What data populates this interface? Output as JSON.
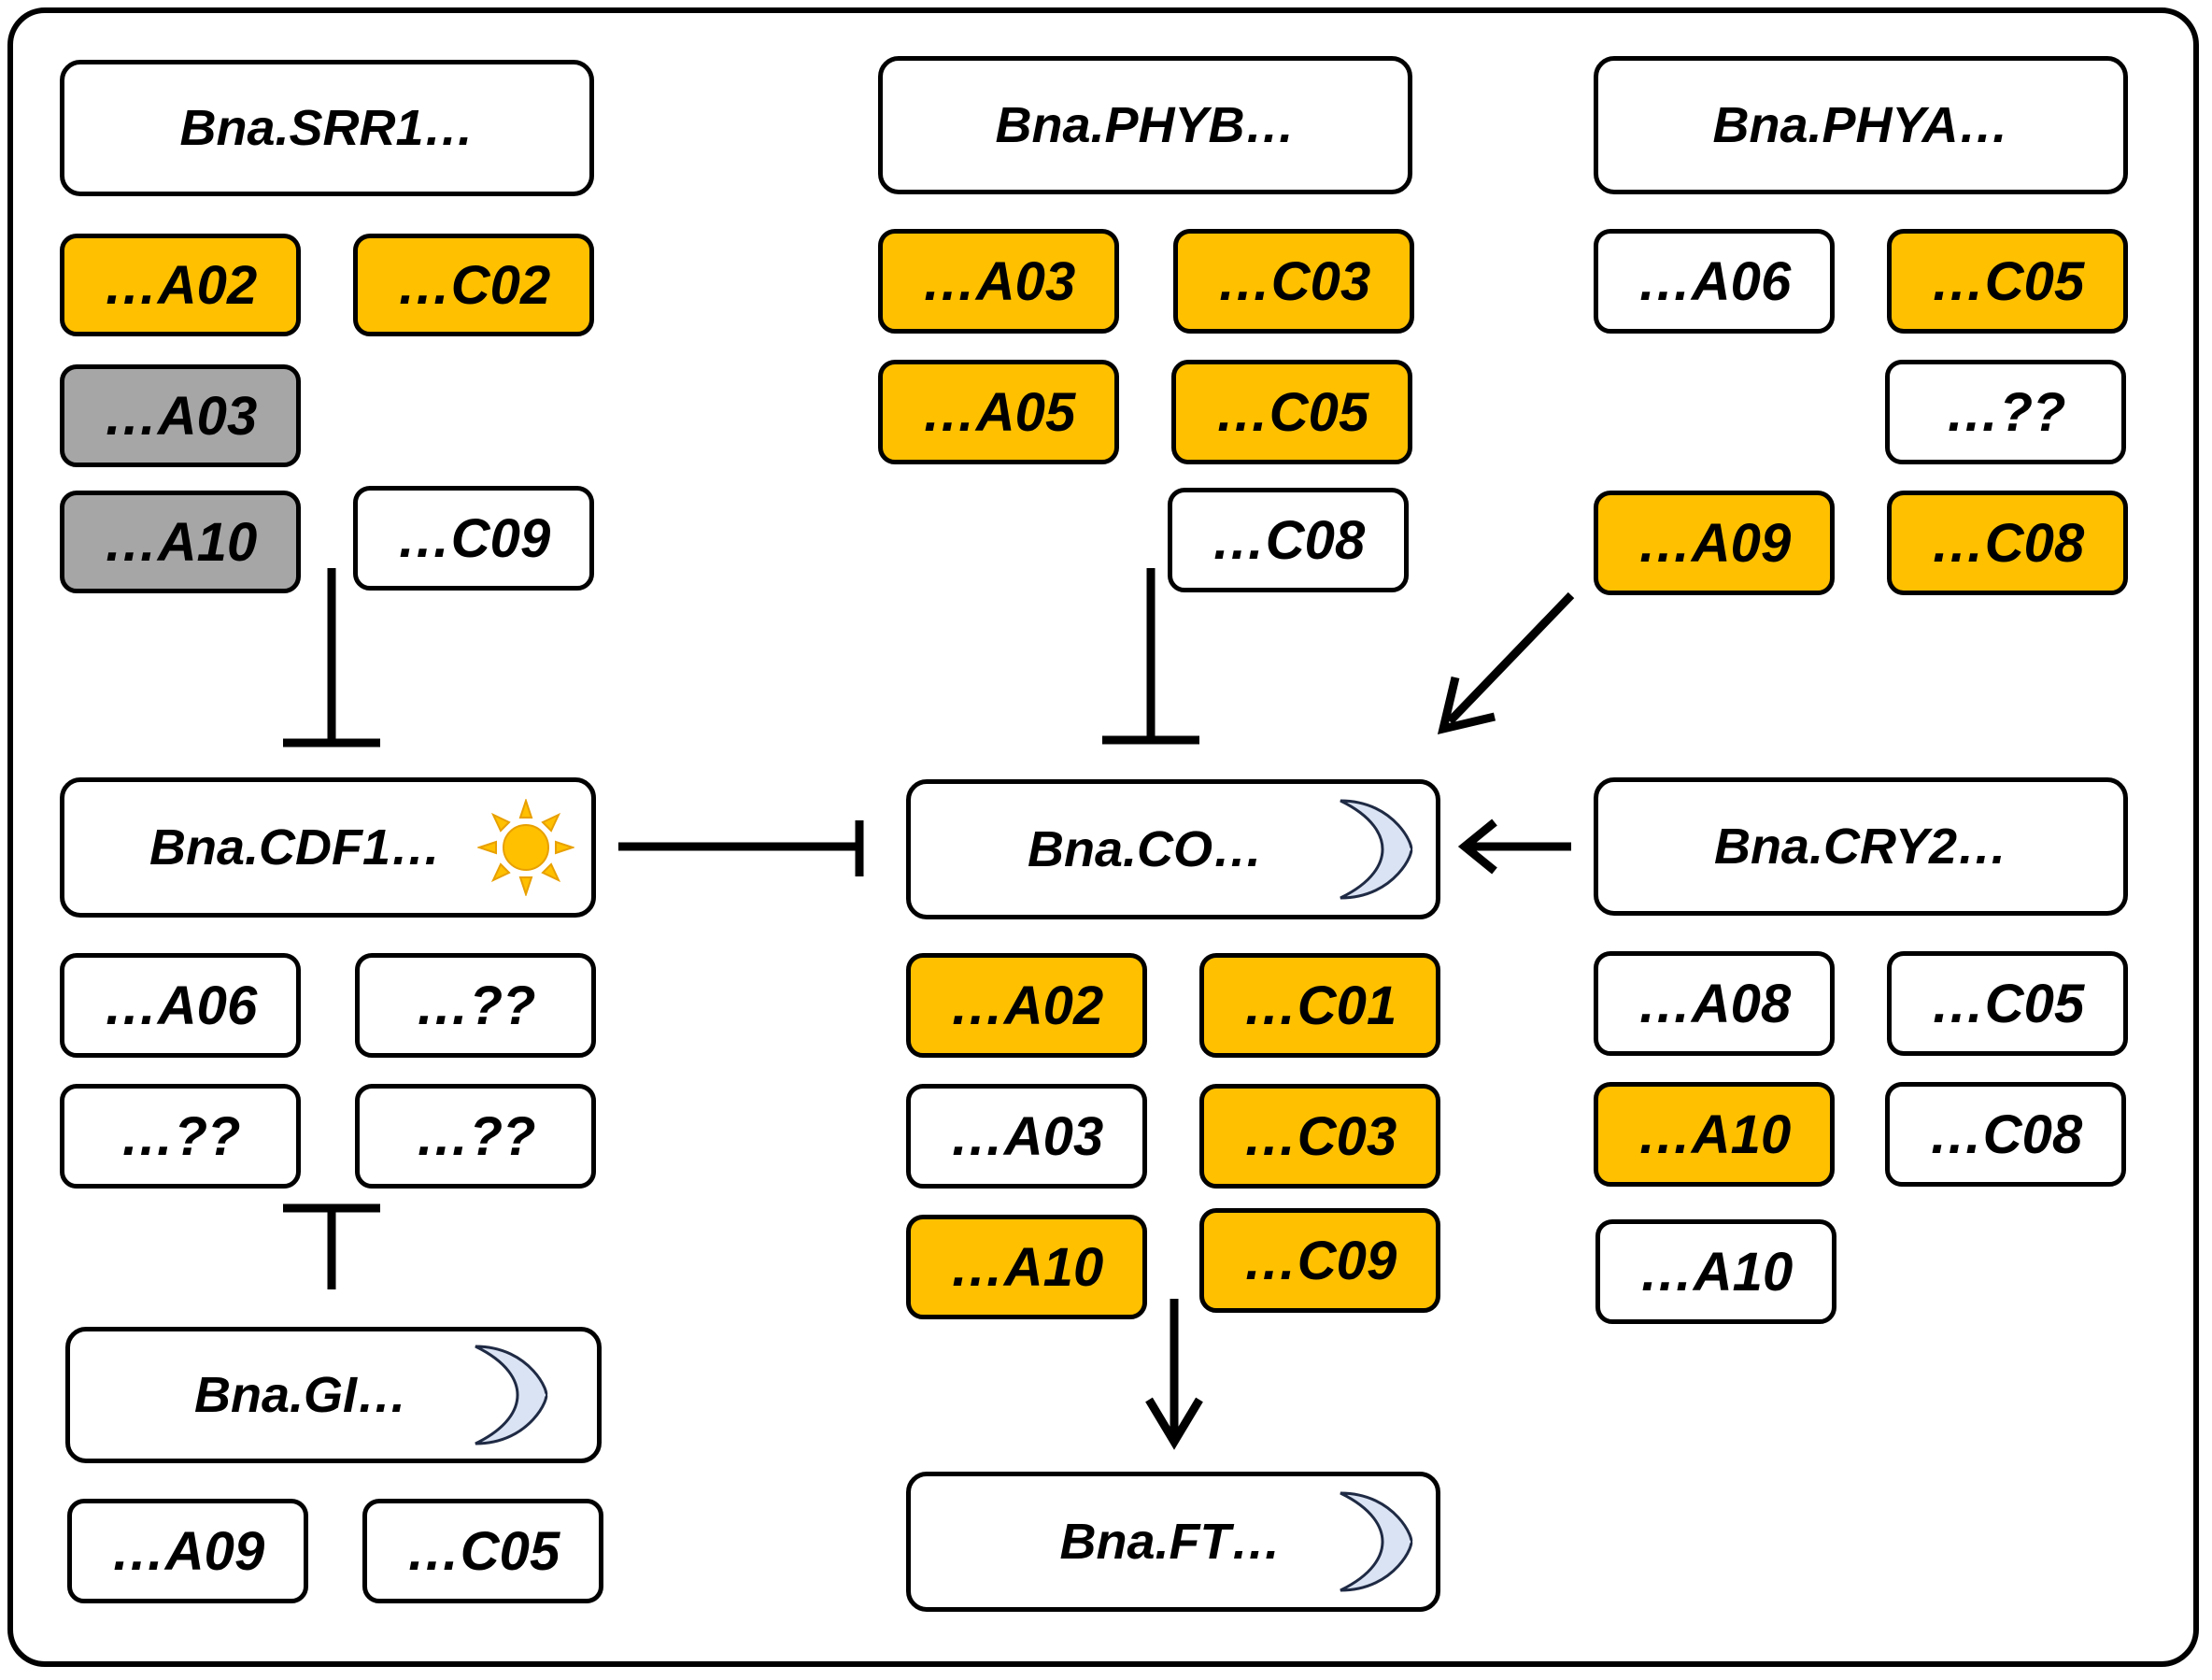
{
  "colors": {
    "expressed": "#ffc000",
    "gray": "#a6a6a6",
    "none": "#ffffff",
    "moon": "#dae3f3",
    "sun": "#ffc000"
  },
  "genes": {
    "srr1": {
      "label": "Bna.SRR1…",
      "copies": [
        "…A02",
        "…C02",
        "…A03",
        "…A10",
        "…C09"
      ]
    },
    "phyb": {
      "label": "Bna.PHYB…",
      "copies": [
        "…A03",
        "…C03",
        "…A05",
        "…C05",
        "…C08"
      ]
    },
    "phya": {
      "label": "Bna.PHYA…",
      "copies": [
        "…A06",
        "…C05",
        "…??",
        "…A09",
        "…C08"
      ]
    },
    "cdf1": {
      "label": "Bna.CDF1…",
      "icon": "sun-icon",
      "copies": [
        "…A06",
        "…??",
        "…??",
        "…??"
      ]
    },
    "co": {
      "label": "Bna.CO…",
      "icon": "moon-icon",
      "copies": [
        "…A02",
        "…C01",
        "…A03",
        "…C03",
        "…A10",
        "…C09"
      ]
    },
    "cry2": {
      "label": "Bna.CRY2…",
      "copies": [
        "…A08",
        "…C05",
        "…A10",
        "…C08",
        "…A10"
      ]
    },
    "gi": {
      "label": "Bna.GI…",
      "icon": "moon-icon",
      "copies": [
        "…A09",
        "…C05"
      ]
    },
    "ft": {
      "label": "Bna.FT…",
      "icon": "moon-icon"
    }
  },
  "edges": [
    {
      "from": "srr1",
      "to": "cdf1",
      "type": "inhibition"
    },
    {
      "from": "phyb",
      "to": "co",
      "type": "inhibition"
    },
    {
      "from": "phya",
      "to": "co",
      "type": "activation"
    },
    {
      "from": "cdf1",
      "to": "co",
      "type": "inhibition"
    },
    {
      "from": "cry2",
      "to": "co",
      "type": "activation"
    },
    {
      "from": "gi",
      "to": "cdf1",
      "type": "inhibition"
    },
    {
      "from": "co",
      "to": "ft",
      "type": "activation"
    }
  ]
}
